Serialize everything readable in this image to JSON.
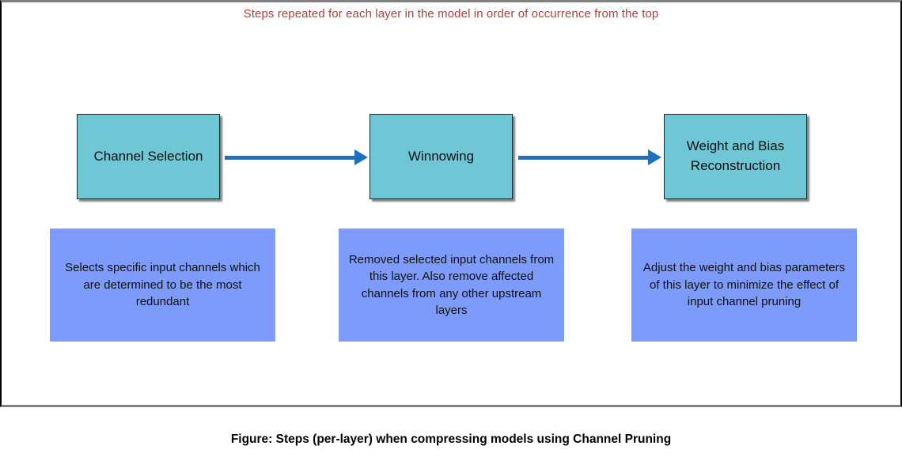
{
  "frame": {
    "title": "Steps repeated for each layer in the model in order of occurrence from the top"
  },
  "steps": [
    {
      "label": "Channel Selection",
      "description": "Selects specific input channels which are determined to be the most redundant"
    },
    {
      "label": "Winnowing",
      "description": "Removed selected input channels from this layer. Also remove affected channels from any other upstream layers"
    },
    {
      "label": "Weight and Bias Reconstruction",
      "description": "Adjust the weight and bias parameters of this layer to minimize the effect of input channel pruning"
    }
  ],
  "caption": "Figure: Steps (per-layer) when compressing models using Channel Pruning",
  "colors": {
    "title_text": "#A3453D",
    "step_fill": "#6FC6D4",
    "step_border": "#262626",
    "desc_fill": "#7D9BFA",
    "arrow": "#1B71BD",
    "frame_border_gray": "#818181",
    "frame_border_black": "#000000",
    "text": "#111111"
  }
}
